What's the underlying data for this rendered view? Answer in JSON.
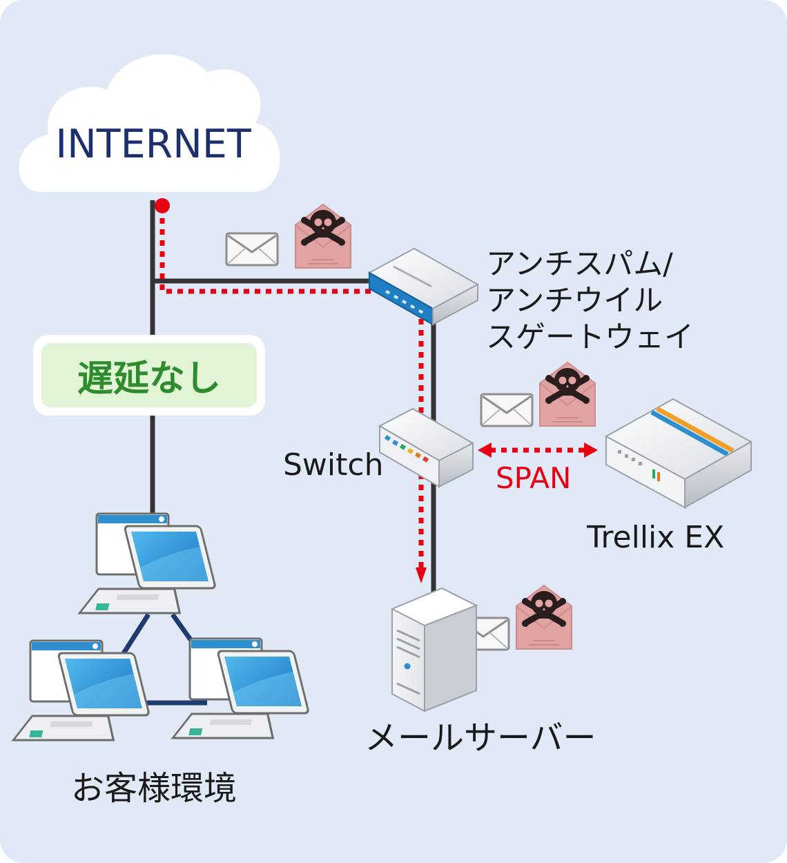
{
  "cloud_label": "INTERNET",
  "gateway_label": {
    "line1": "アンチスパム/",
    "line2": "アンチウイル",
    "line3": "スゲートウェイ"
  },
  "switch_label": "Switch",
  "span_label": "SPAN",
  "appliance_label": "Trellix EX",
  "mail_server_label": "メールサーバー",
  "no_delay_label": "遅延なし",
  "customer_env_label": "お客様環境",
  "colors": {
    "background": "#e2e9f6",
    "line": "#333333",
    "malicious_path": "#e60012",
    "no_delay_text": "#2e8b2e",
    "no_delay_fill": "#e1f5d6",
    "customer_link": "#1f3a6e",
    "cloud_text": "#1c2f6e"
  },
  "icons": [
    "cloud-icon",
    "envelope-icon",
    "malicious-envelope-icon",
    "gateway-appliance-icon",
    "switch-icon",
    "trellix-ex-appliance-icon",
    "mail-server-icon",
    "laptop-icon"
  ]
}
